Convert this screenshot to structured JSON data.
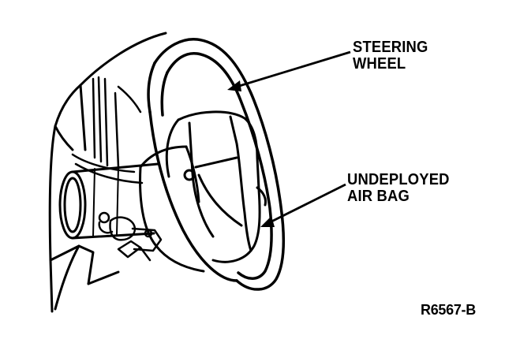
{
  "labels": {
    "steering_wheel": [
      "STEERING",
      "WHEEL"
    ],
    "undeployed_air_bag": [
      "UNDEPLOYED",
      "AIR BAG"
    ]
  },
  "figure_code": "R6567-B"
}
